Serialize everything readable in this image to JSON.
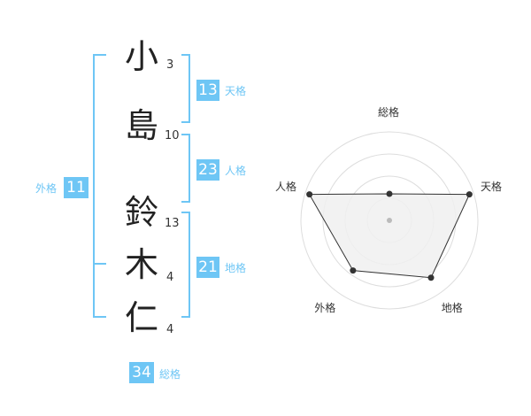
{
  "name": {
    "chars": [
      {
        "char": "小",
        "strokes": "3"
      },
      {
        "char": "島",
        "strokes": "10"
      },
      {
        "char": "鈴",
        "strokes": "13"
      },
      {
        "char": "木",
        "strokes": "4"
      },
      {
        "char": "仁",
        "strokes": "4"
      }
    ]
  },
  "kakusu": {
    "tenkaku": {
      "value": "13",
      "label": "天格"
    },
    "jinkaku": {
      "value": "23",
      "label": "人格"
    },
    "chikaku": {
      "value": "21",
      "label": "地格"
    },
    "gaikaku": {
      "value": "11",
      "label": "外格"
    },
    "soukaku": {
      "value": "34",
      "label": "総格"
    }
  },
  "colors": {
    "accent": "#6ec6f5",
    "text": "#222222",
    "grid": "#dddddd",
    "polygon_fill": "#f0f0f0",
    "polygon_stroke": "#333333"
  },
  "chart_data": {
    "type": "radar",
    "axes": [
      "総格",
      "天格",
      "地格",
      "外格",
      "人格"
    ],
    "values": [
      0.3,
      0.95,
      0.8,
      0.7,
      0.95
    ],
    "range": [
      0,
      1
    ],
    "rings": 4
  }
}
